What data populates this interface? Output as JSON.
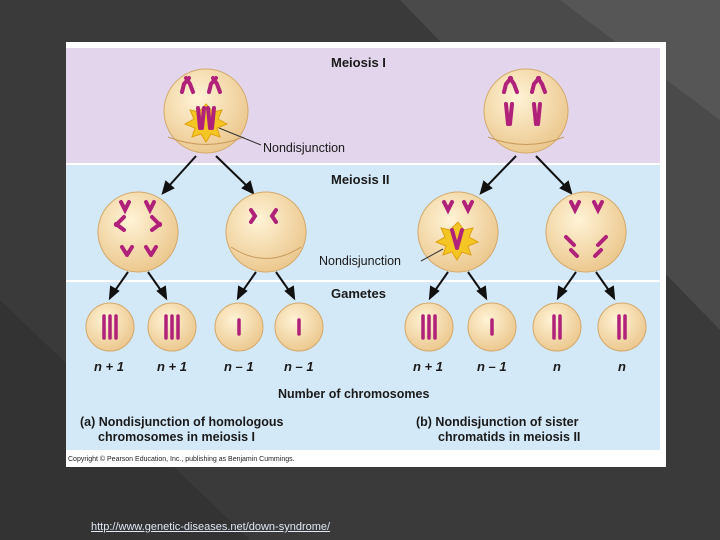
{
  "meiosis_1_label": "Meiosis I",
  "meiosis_2_label": "Meiosis II",
  "gametes_label": "Gametes",
  "nondisjunction_label_a": "Nondisjunction",
  "nondisjunction_label_b": "Nondisjunction",
  "gamete_counts": [
    "n + 1",
    "n + 1",
    "n – 1",
    "n – 1",
    "n + 1",
    "n – 1",
    "n",
    "n"
  ],
  "number_of_chromosomes_label": "Number of chromosomes",
  "caption_a_line1": "(a) Nondisjunction of homologous",
  "caption_a_line2": "chromosomes in meiosis I",
  "caption_b_line1": "(b) Nondisjunction of sister",
  "caption_b_line2": "chromatids in meiosis II",
  "copyright": "Copyright © Pearson Education, Inc., publishing as Benjamin Cummings.",
  "source_url": "http://www.genetic-diseases.net/down-syndrome/",
  "colors": {
    "meiosis1_band": "#e3d5ec",
    "meiosis2_band": "#d4e9f7",
    "cell_fill": "#f6ddb0",
    "chromosome": "#b0217a",
    "nondisjunction_burst": "#f3c623"
  }
}
